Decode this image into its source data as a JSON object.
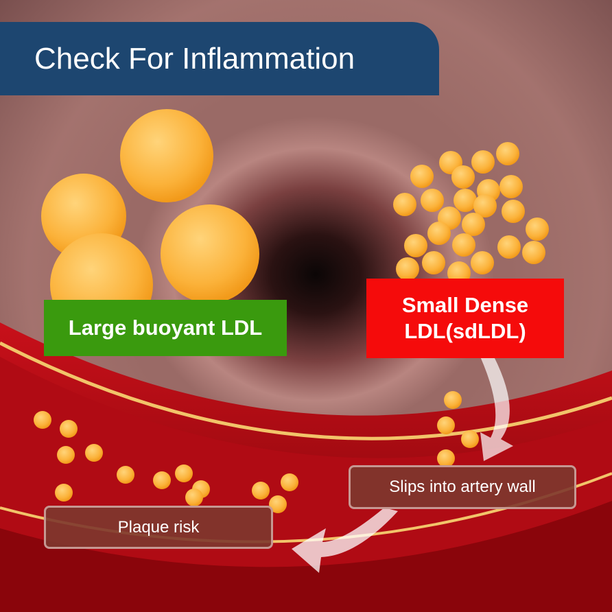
{
  "title": "Check For Inflammation",
  "labels": {
    "large_ldl": "Large buoyant LDL",
    "small_ldl_line1": "Small Dense",
    "small_ldl_line2": "LDL(sdLDL)",
    "slips": "Slips into artery wall",
    "plaque": "Plaque risk"
  },
  "colors": {
    "title_bg": "#1d4670",
    "large_bg": "#3a9a0e",
    "small_bg": "#f50b0b",
    "particle": "#f9b233"
  }
}
